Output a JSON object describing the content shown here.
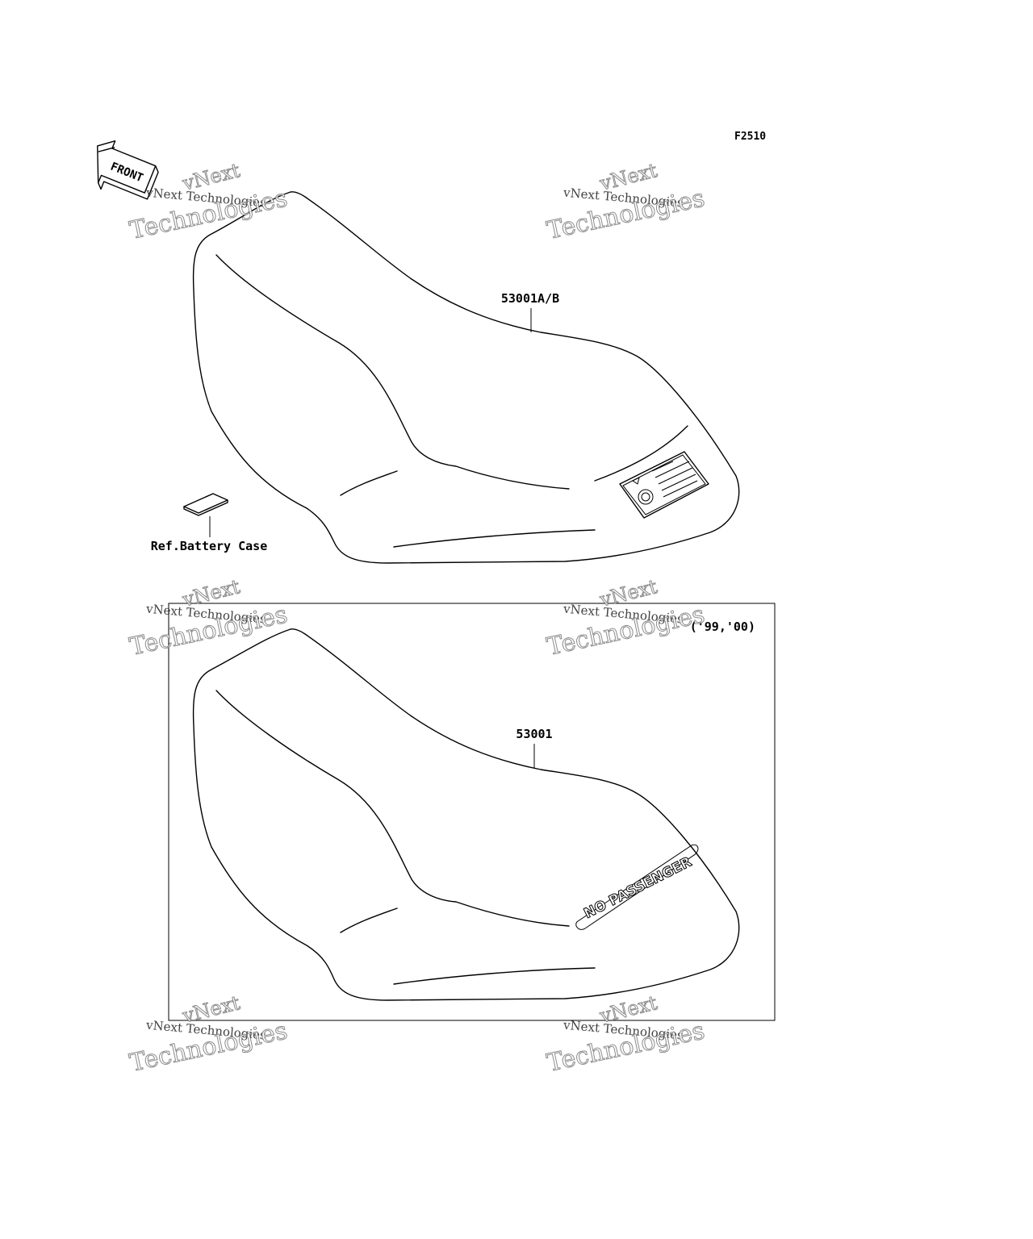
{
  "figure_code": "F2510",
  "front_arrow_label": "FRONT",
  "callouts": {
    "seat_top": "53001A/B",
    "battery": "Ref.Battery Case",
    "seat_bottom": "53001",
    "year_range": "('99,'00)"
  },
  "decal_text": "NO PASSENGER",
  "watermark": {
    "line_a": "vNext",
    "line_b": "vNext Technologies",
    "line_c": "Technologies"
  }
}
